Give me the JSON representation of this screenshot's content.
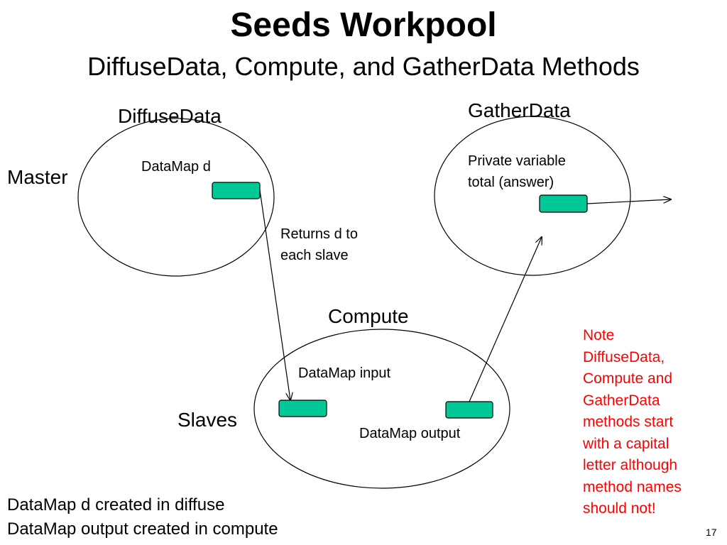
{
  "slide": {
    "title": "Seeds Workpool",
    "subtitle": "DiffuseData, Compute, and GatherData Methods",
    "page_number": "17"
  },
  "diagram": {
    "nodes": {
      "diffuse": {
        "label": "DiffuseData",
        "role": "Master",
        "box_label": "DataMap d"
      },
      "gather": {
        "label": "GatherData",
        "box_label_line1": "Private variable",
        "box_label_line2": "total (answer)"
      },
      "compute": {
        "label": "Compute",
        "role": "Slaves",
        "input_label": "DataMap input",
        "output_label": "DataMap output"
      }
    },
    "edges": {
      "diffuse_to_compute": {
        "label_line1": "Returns d to",
        "label_line2": "each slave"
      }
    },
    "colors": {
      "box_fill": "#00c896",
      "note_text": "#ff0000"
    }
  },
  "footer": {
    "line1": "DataMap d created in diffuse",
    "line2": "DataMap output created in compute"
  },
  "note": {
    "text": "Note\nDiffuseData,\nCompute and\nGatherData\nmethods start\nwith a capital\nletter although\nmethod names\nshould not!"
  }
}
